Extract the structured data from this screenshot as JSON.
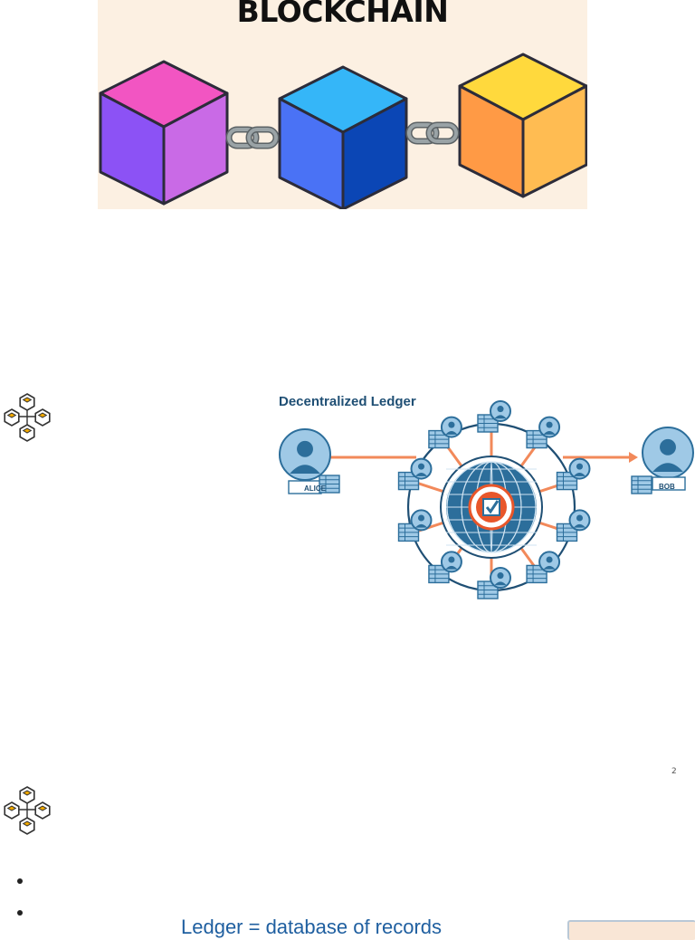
{
  "banner": {
    "title": "BLOCKCHAIN",
    "blocks": [
      {
        "name": "purple-block",
        "top": "#f255c2",
        "left": "#8c52f5",
        "right": "#c96ae6"
      },
      {
        "name": "blue-block",
        "top": "#35b6f8",
        "left": "#4a72f5",
        "right": "#0b46b5"
      },
      {
        "name": "yellow-block",
        "top": "#ffd93d",
        "left": "#ff9a45",
        "right": "#ffbc52"
      }
    ],
    "chain_color": "#9aa3a6",
    "outline_color": "#2c2c3a",
    "background": "#fcf0e2"
  },
  "icons": {
    "hex_icon_color": "#f0a800",
    "hex_icon": "hexagon-cluster-icon"
  },
  "ledger": {
    "title": "Decentralized Ledger",
    "sender_label": "ALICE",
    "receiver_label": "BOB",
    "node_count": 10,
    "colors": {
      "primary": "#2c6e9b",
      "light": "#9fc9e6",
      "arrow": "#f2895a",
      "center": "#e8562a"
    }
  },
  "page": {
    "number": "2"
  },
  "bottom": {
    "caption": "Ledger = database of records"
  }
}
